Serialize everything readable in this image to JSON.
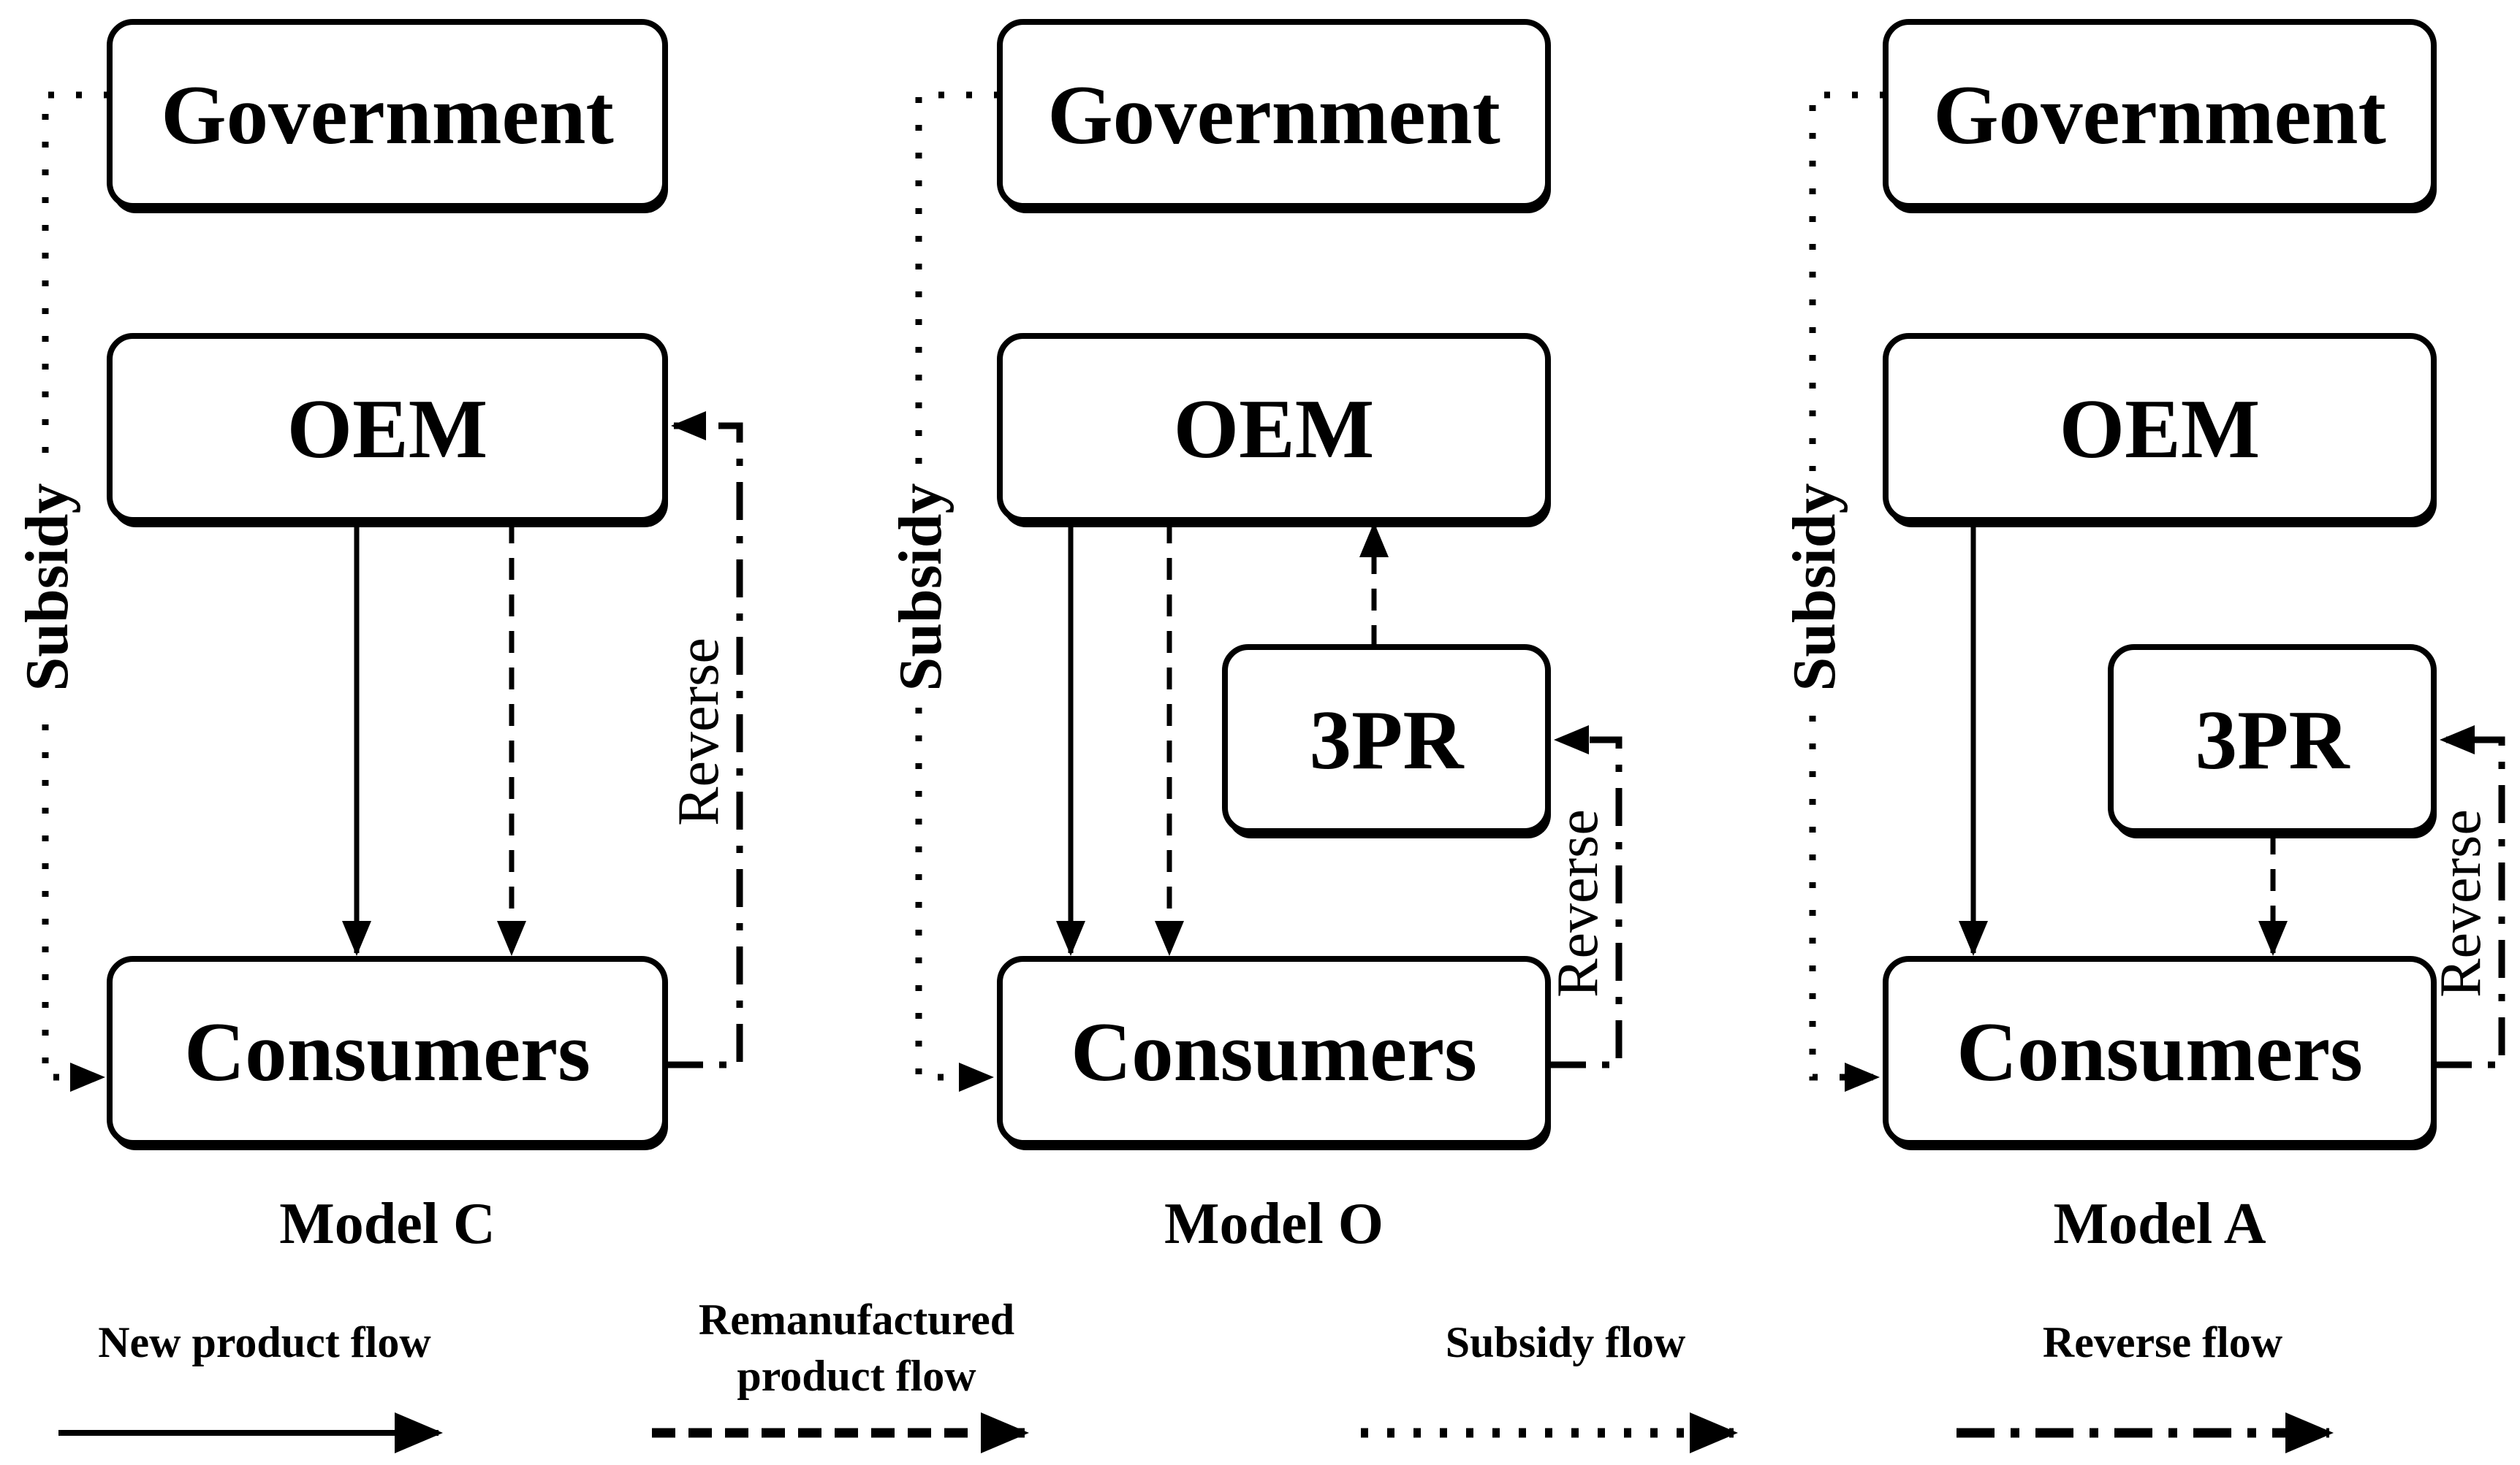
{
  "colors": {
    "ink": "#000000",
    "paper": "#ffffff"
  },
  "figure": {
    "models": [
      {
        "name": "Model C",
        "nodes": {
          "government": "Government",
          "oem": "OEM",
          "consumers": "Consumers"
        },
        "labels": {
          "subsidy": "Subsidy",
          "reverse": "Reverse"
        }
      },
      {
        "name": "Model O",
        "nodes": {
          "government": "Government",
          "oem": "OEM",
          "tpr": "3PR",
          "consumers": "Consumers"
        },
        "labels": {
          "subsidy": "Subsidy",
          "reverse": "Reverse"
        }
      },
      {
        "name": "Model A",
        "nodes": {
          "government": "Government",
          "oem": "OEM",
          "tpr": "3PR",
          "consumers": "Consumers"
        },
        "labels": {
          "subsidy": "Subsidy",
          "reverse": "Reverse"
        }
      }
    ],
    "legend": [
      {
        "style": "solid",
        "lines": [
          "New product flow"
        ]
      },
      {
        "style": "dashed",
        "lines": [
          "Remanufactured",
          "product flow"
        ]
      },
      {
        "style": "dotted",
        "lines": [
          "Subsidy flow"
        ]
      },
      {
        "style": "dashdot",
        "lines": [
          "Reverse flow"
        ]
      }
    ]
  }
}
